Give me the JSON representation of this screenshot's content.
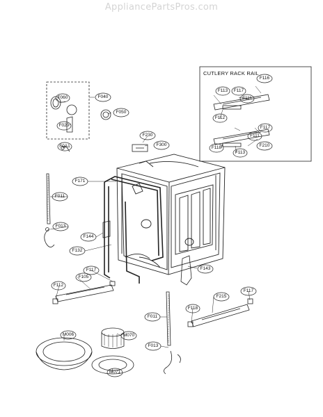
{
  "watermark": "AppliancePartsPros.com",
  "inset": {
    "title": "CUTLERY RACK RAIL"
  },
  "callouts": {
    "F040": "F040",
    "F060": "F060",
    "F050": "F050",
    "F020": "F020",
    "F0A1": "F0A1",
    "F230": "F230",
    "F300": "F300",
    "F171": "F171",
    "F011a": "F011",
    "F013a": "F013",
    "F144": "F144",
    "F132": "F132",
    "F143": "F143",
    "F105": "F105",
    "F117a": "F117",
    "F112a": "F112",
    "F215": "F215",
    "F117b": "F117",
    "F118a": "F118",
    "F011b": "F011",
    "F013b": "F013",
    "M006": "M006",
    "M070": "M070",
    "M071": "M071",
    "F116": "F116",
    "F113a": "F113",
    "F117c": "F117",
    "F111a": "F111",
    "F112b": "F112",
    "F117d": "F117",
    "F111b": "F111",
    "F118b": "F118",
    "F210": "F210",
    "F113b": "F113"
  }
}
